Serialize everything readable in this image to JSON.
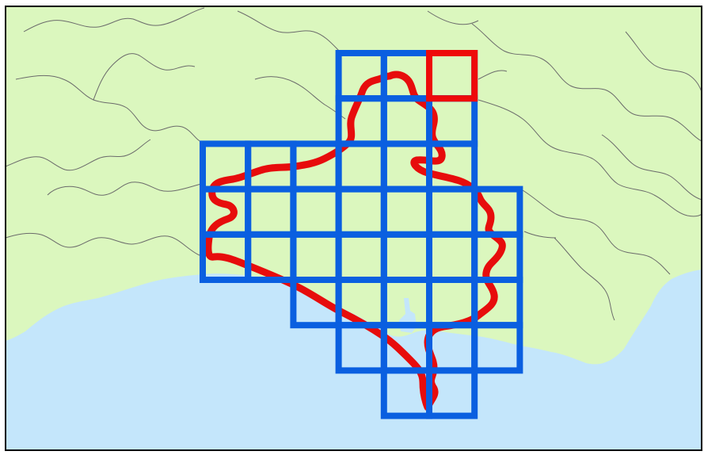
{
  "map": {
    "colors": {
      "land": "#dbf7be",
      "sea": "#c4e6fb",
      "boundary_lines": "#6b6b6b",
      "grid_cells": "#0a5fe0",
      "highlighted_cell": "#ee0a0a",
      "survey_outline": "#e70c0c",
      "frame": "#000000"
    },
    "grid": {
      "rows": [
        {
          "row": 0,
          "columns": [
            3,
            4,
            5
          ]
        },
        {
          "row": 1,
          "columns": [
            3,
            4,
            5
          ]
        },
        {
          "row": 2,
          "columns": [
            0,
            1,
            2,
            3,
            4,
            5
          ]
        },
        {
          "row": 3,
          "columns": [
            0,
            1,
            2,
            3,
            4,
            5,
            6
          ]
        },
        {
          "row": 4,
          "columns": [
            0,
            1,
            2,
            3,
            4,
            5,
            6
          ]
        },
        {
          "row": 5,
          "columns": [
            2,
            3,
            4,
            5,
            6
          ]
        },
        {
          "row": 6,
          "columns": [
            3,
            4,
            5,
            6
          ]
        },
        {
          "row": 7,
          "columns": [
            4,
            5
          ]
        }
      ],
      "highlighted": [
        {
          "row": 0,
          "column": 5
        }
      ],
      "cell_count": 37
    }
  }
}
